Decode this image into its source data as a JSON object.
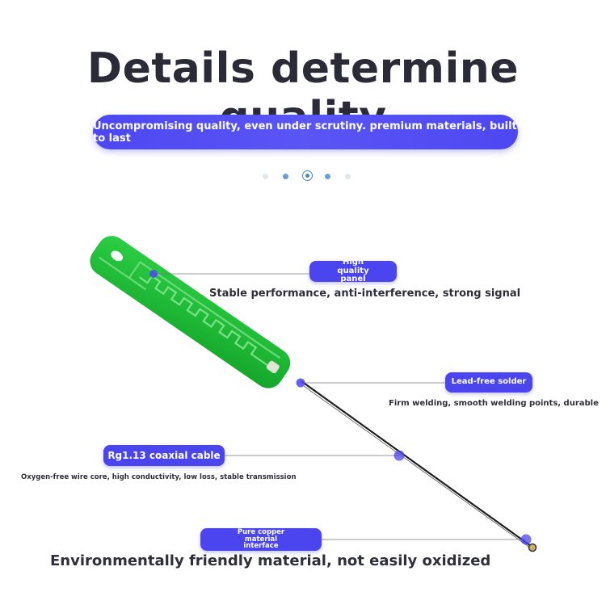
{
  "header": {
    "title": "Details determine quality",
    "subtitle": "Uncompromising quality, even under scrutiny. premium materials, built to last"
  },
  "pagination": {
    "count": 5,
    "active_index": 2
  },
  "colors": {
    "accent": "#4b45f0",
    "pcb_green": "#1bb532",
    "title_text": "#2b2b38",
    "indicator": "#4a88c8"
  },
  "callouts": {
    "panel": {
      "label": "High quality panel",
      "desc": "Stable performance, anti-interference, strong signal"
    },
    "solder": {
      "label": "Lead-free solder",
      "desc": "Firm welding, smooth welding points, durable"
    },
    "cable": {
      "label": "Rg1.13 coaxial cable",
      "desc": "Oxygen-free wire core, high conductivity, low loss, stable transmission"
    },
    "connector": {
      "label": "Pure copper material interface",
      "desc": "Environmentally friendly material, not easily oxidized"
    }
  }
}
